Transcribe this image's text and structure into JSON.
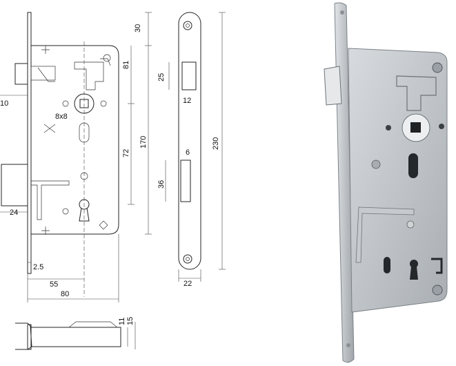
{
  "drawing": {
    "front_dims": {
      "top_height": "30",
      "follower_offset": "81",
      "centre_distance": "72",
      "case_height": "170",
      "follower_square": "8x8",
      "latch_projection": "10",
      "bolt_projection": "24",
      "faceplate_thickness": "2.5",
      "backset": "55",
      "case_depth": "80"
    },
    "side_dims": {
      "latch_slot_height": "25",
      "latch_slot_width": "12",
      "bolt_slot_width": "6",
      "bolt_slot_height": "36",
      "faceplate_length": "230",
      "faceplate_width": "22"
    },
    "bottom_dims": {
      "case_thickness": "11",
      "overall_thickness": "15"
    }
  },
  "photo": {
    "description_colors": {
      "faceplate": "#c9cdd0",
      "case": "#b9bec2",
      "edge": "#7b8186"
    }
  }
}
